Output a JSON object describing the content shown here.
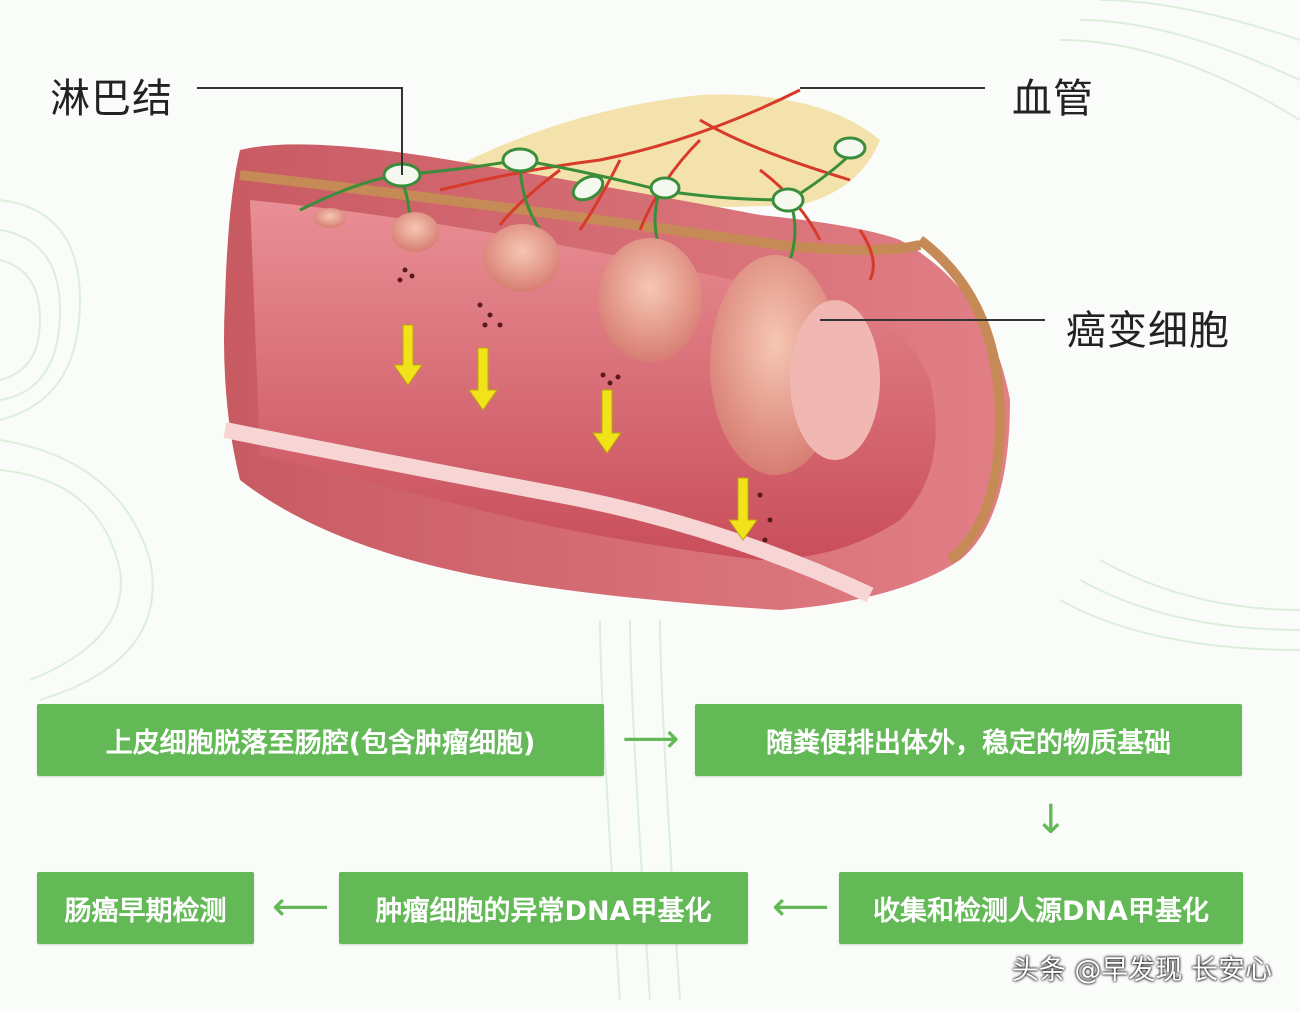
{
  "labels": {
    "lymph_node": "淋巴结",
    "blood_vessel": "血管",
    "cancer_cells": "癌变细胞"
  },
  "flow": {
    "step1": "上皮细胞脱落至肠腔(包含肿瘤细胞)",
    "step2": "随粪便排出体外，稳定的物质基础",
    "step3": "收集和检测人源DNA甲基化",
    "step4": "肿瘤细胞的异常DNA甲基化",
    "step5": "肠癌早期检测"
  },
  "watermark": "头条 @早发现 长安心",
  "colors": {
    "box_green": "#63b956",
    "tissue_red": "#d9646e",
    "fat_yellow": "#f3dfa3",
    "vessel_red": "#d83a2a",
    "lymph_green": "#3a8d3a",
    "arrow_yellow": "#f2e21a"
  }
}
